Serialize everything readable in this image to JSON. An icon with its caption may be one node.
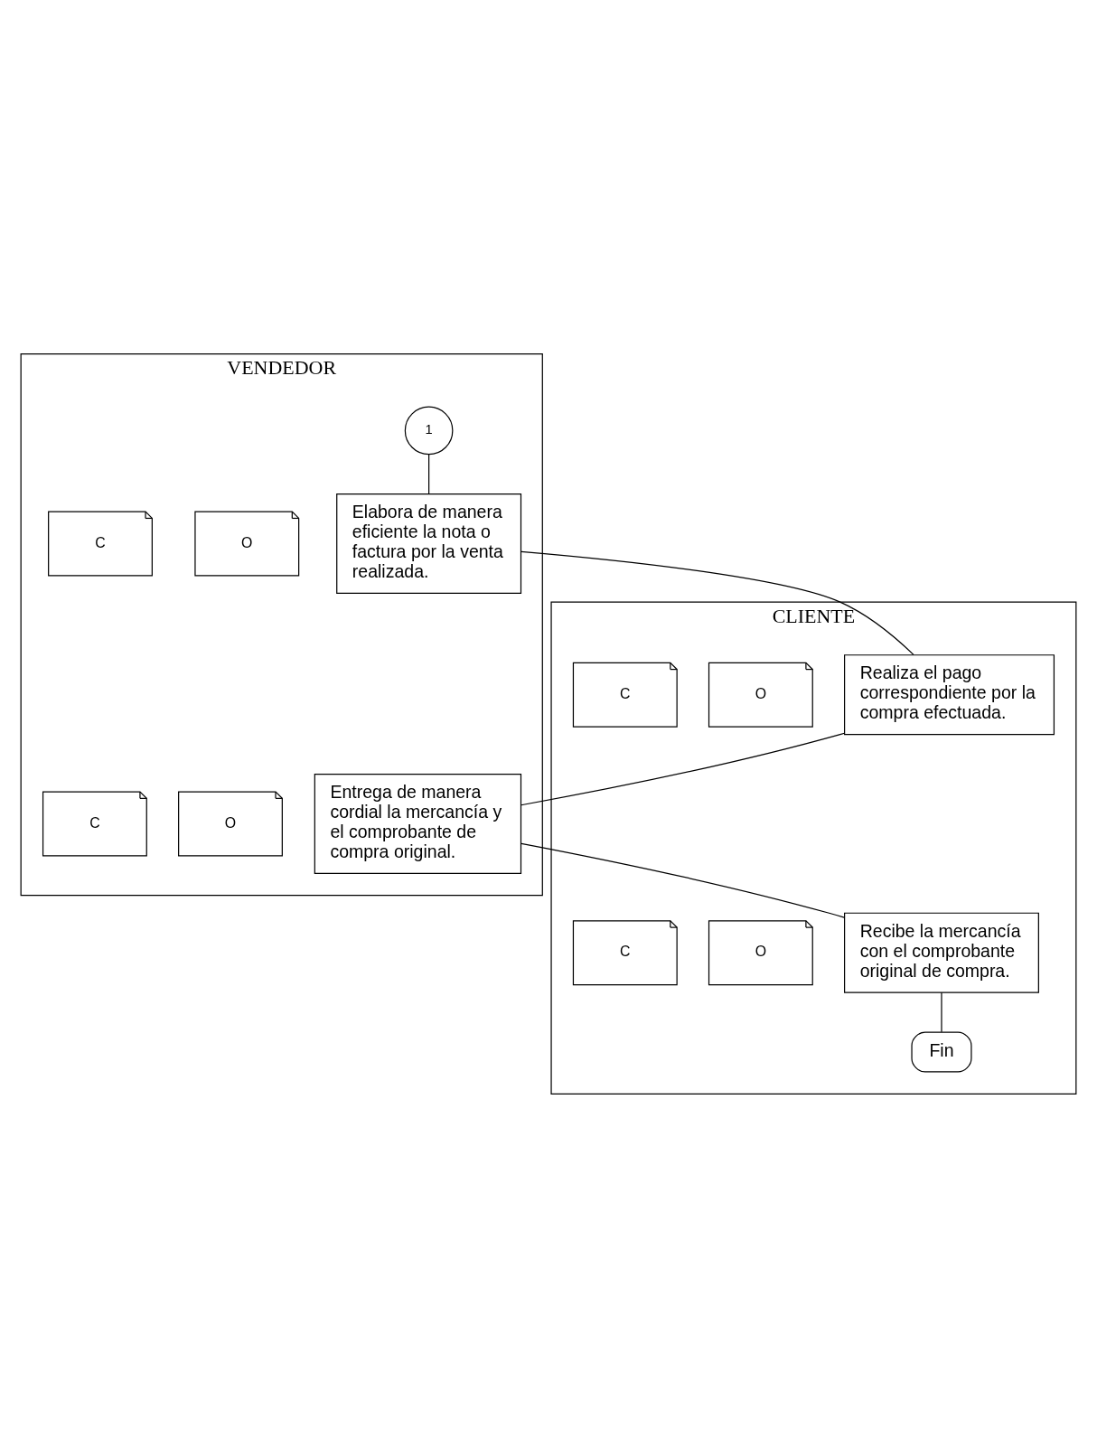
{
  "diagram": {
    "nodes": [
      {
        "text": [
          "CLIENTE"
        ]
      },
      {
        "text": [
          "VENDEDOR"
        ]
      },
      {
        "text": [
          "1"
        ],
        "in": 1
      },
      {
        "text": [
          "Elabora de manera eficiente la nota o factura por la venta realizada."
        ],
        "in": 1
      },
      {
        "text": [
          "O"
        ],
        "in": 1
      },
      {
        "text": [
          "C"
        ],
        "in": 1
      },
      {
        "text": [
          "Realiza el pago correspondiente por la compra efectuada."
        ],
        "in": 0
      },
      {
        "text": [
          "O"
        ],
        "in": 0
      },
      {
        "text": [
          "C"
        ],
        "in": 0
      },
      {
        "text": [
          "Entrega de manera cordial la mercancía y el comprobante de compra original."
        ],
        "in": 1
      },
      {
        "text": [
          "O"
        ],
        "in": 1
      },
      {
        "text": [
          "C"
        ],
        "in": 1
      },
      {
        "text": [
          "Recibe la mercancía con el comprobante original de compra."
        ],
        "in": 0
      },
      {
        "text": [
          "O"
        ],
        "in": 0
      },
      {
        "text": [
          "C"
        ],
        "in": 0
      },
      {
        "text": [
          "Fin"
        ],
        "in": 0
      }
    ],
    "edges": [
      {
        "from": 2,
        "to": 3,
        "arrow": "none"
      },
      {
        "from": 3,
        "to": 6,
        "arrow": "none"
      },
      {
        "from": 6,
        "to": 9,
        "arrow": "none"
      },
      {
        "from": 9,
        "to": 12,
        "arrow": "none"
      },
      {
        "from": 12,
        "to": 15,
        "arrow": "none"
      }
    ]
  }
}
